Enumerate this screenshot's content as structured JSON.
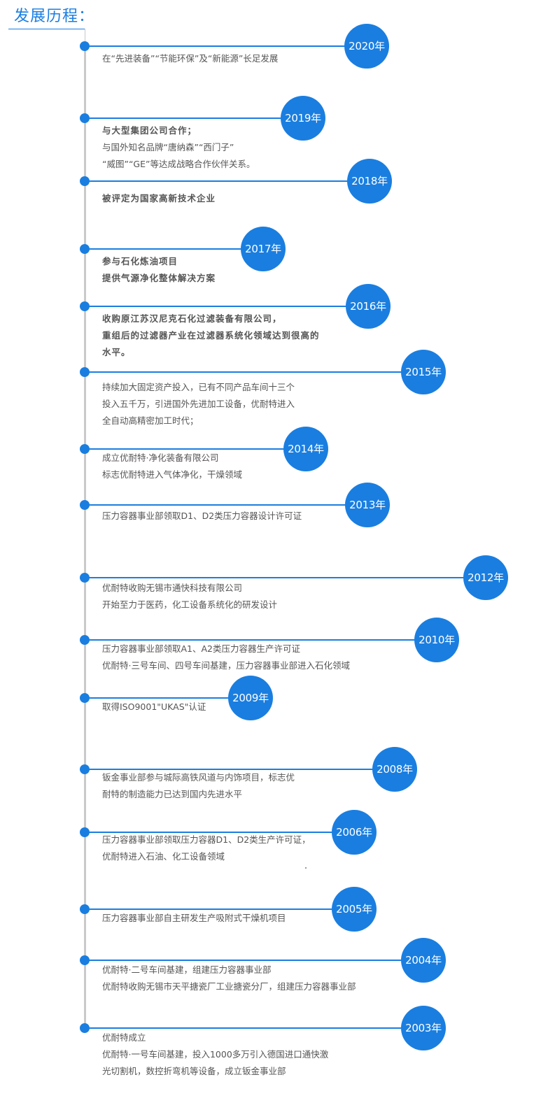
{
  "title": "发展历程：",
  "accent_color": "#1a7ee0",
  "events": [
    {
      "year": "2020年",
      "lines": [
        "在“先进装备”“节能环保”及“新能源”长足发展"
      ]
    },
    {
      "year": "2019年",
      "lines": [
        "与大型集团公司合作；",
        "与国外知名品牌“唐纳森”“西门子”",
        "“威图”“GE”等达成战略合作伙伴关系。"
      ]
    },
    {
      "year": "2018年",
      "lines": [
        "被评定为国家高新技术企业"
      ]
    },
    {
      "year": "2017年",
      "lines": [
        "参与石化炼油项目",
        "提供气源净化整体解决方案"
      ]
    },
    {
      "year": "2016年",
      "lines": [
        "收购原江苏汉尼克石化过滤装备有限公司，",
        "重组后的过滤器产业在过滤器系统化领域达到很高的",
        "水平。"
      ]
    },
    {
      "year": "2015年",
      "lines": [
        "持续加大固定资产投入，已有不同产品车间十三个",
        "投入五千万，引进国外先进加工设备，优耐特进入",
        "全自动高精密加工时代；"
      ]
    },
    {
      "year": "2014年",
      "lines": [
        "成立优耐特·净化装备有限公司",
        "标志优耐特进入气体净化，干燥领域"
      ]
    },
    {
      "year": "2013年",
      "lines": [
        "压力容器事业部领取D1、D2类压力容器设计许可证"
      ]
    },
    {
      "year": "2012年",
      "lines": [
        "优耐特收购无锡市通快科技有限公司",
        "开始至力于医药，化工设备系统化的研发设计"
      ]
    },
    {
      "year": "2010年",
      "lines": [
        "压力容器事业部领取A1、A2类压力容器生产许可证",
        "优耐特·三号车间、四号车间基建，压力容器事业部进入石化领域"
      ]
    },
    {
      "year": "2009年",
      "lines": [
        "取得ISO9001\"UKAS\"认证"
      ]
    },
    {
      "year": "2008年",
      "lines": [
        "钣金事业部参与城际高铁风道与内饰项目，标志优",
        "耐特的制造能力已达到国内先进水平"
      ]
    },
    {
      "year": "2006年",
      "lines": [
        "压力容器事业部领取压力容器D1、D2类生产许可证，",
        "优耐特进入石油、化工设备领域"
      ]
    },
    {
      "year": "2005年",
      "lines": [
        "压力容器事业部自主研发生产吸附式干燥机项目"
      ]
    },
    {
      "year": "2004年",
      "lines": [
        "优耐特·二号车间基建，组建压力容器事业部",
        "优耐特收购无锡市天平搪瓷厂工业搪瓷分厂，组建压力容器事业部"
      ]
    },
    {
      "year": "2003年",
      "lines": [
        "优耐特成立",
        "优耐特·一号车间基建，投入1000多万引入德国进口通快激",
        "光切割机，数控折弯机等设备，成立钣金事业部"
      ]
    }
  ]
}
